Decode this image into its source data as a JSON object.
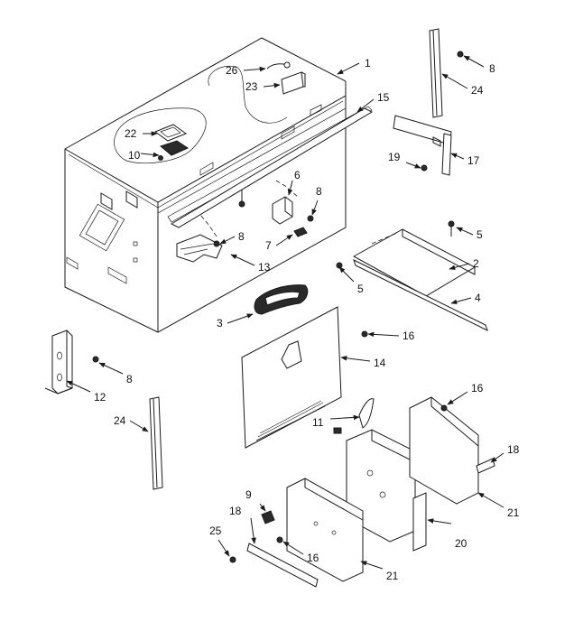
{
  "callouts": [
    {
      "id": "c1",
      "text": "1"
    },
    {
      "id": "c2",
      "text": "2"
    },
    {
      "id": "c3",
      "text": "3"
    },
    {
      "id": "c4",
      "text": "4"
    },
    {
      "id": "c5a",
      "text": "5"
    },
    {
      "id": "c5b",
      "text": "5"
    },
    {
      "id": "c6",
      "text": "6"
    },
    {
      "id": "c7",
      "text": "7"
    },
    {
      "id": "c8a",
      "text": "8"
    },
    {
      "id": "c8b",
      "text": "8"
    },
    {
      "id": "c8c",
      "text": "8"
    },
    {
      "id": "c8d",
      "text": "8"
    },
    {
      "id": "c9",
      "text": "9"
    },
    {
      "id": "c10",
      "text": "10"
    },
    {
      "id": "c11",
      "text": "11"
    },
    {
      "id": "c12",
      "text": "12"
    },
    {
      "id": "c13",
      "text": "13"
    },
    {
      "id": "c14",
      "text": "14"
    },
    {
      "id": "c15",
      "text": "15"
    },
    {
      "id": "c16a",
      "text": "16"
    },
    {
      "id": "c16b",
      "text": "16"
    },
    {
      "id": "c16c",
      "text": "16"
    },
    {
      "id": "c17",
      "text": "17"
    },
    {
      "id": "c18a",
      "text": "18"
    },
    {
      "id": "c18b",
      "text": "18"
    },
    {
      "id": "c19",
      "text": "19"
    },
    {
      "id": "c20",
      "text": "20"
    },
    {
      "id": "c21a",
      "text": "21"
    },
    {
      "id": "c21b",
      "text": "21"
    },
    {
      "id": "c22",
      "text": "22"
    },
    {
      "id": "c23",
      "text": "23"
    },
    {
      "id": "c24a",
      "text": "24"
    },
    {
      "id": "c24b",
      "text": "24"
    },
    {
      "id": "c25",
      "text": "25"
    },
    {
      "id": "c26",
      "text": "26"
    }
  ]
}
